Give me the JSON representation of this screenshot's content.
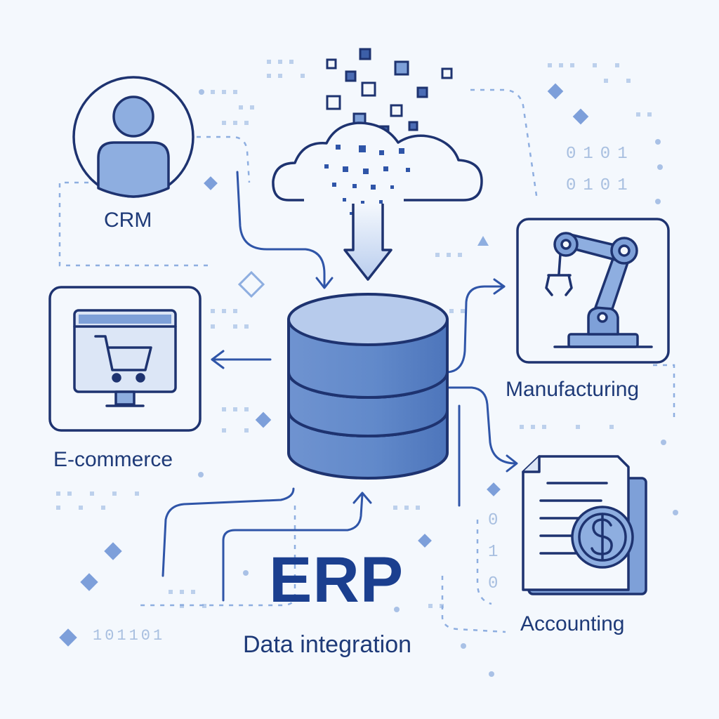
{
  "title": "ERP",
  "subtitle": "Data integration",
  "nodes": {
    "crm": {
      "label": "CRM",
      "icon": "user-icon"
    },
    "ecommerce": {
      "label": "E-commerce",
      "icon": "shopping-cart-icon"
    },
    "manufacturing": {
      "label": "Manufacturing",
      "icon": "robotic-arm-icon"
    },
    "accounting": {
      "label": "Accounting",
      "icon": "invoice-dollar-icon"
    }
  },
  "center": {
    "icon": "database-icon"
  },
  "cloud": {
    "icon": "cloud-icon"
  },
  "binary": {
    "top_right_1": "0101",
    "top_right_2": "0101",
    "bottom_left": "101101",
    "right_vertical_1": "0",
    "right_vertical_2": "1",
    "right_vertical_3": "0"
  },
  "colors": {
    "background": "#f4f8fd",
    "stroke": "#1e3370",
    "fill_primary": "#5f86c9",
    "fill_light": "#b7cbec",
    "accent": "#2f55a8",
    "text": "#1e3a78"
  }
}
